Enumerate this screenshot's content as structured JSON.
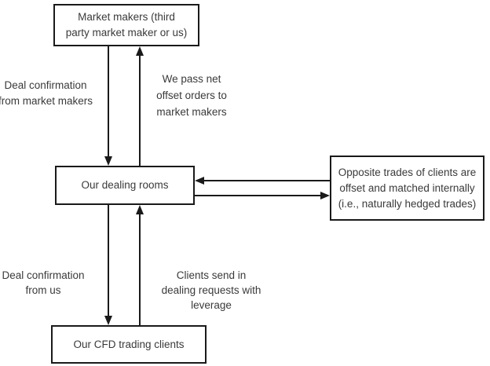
{
  "colors": {
    "line": "#1a1a1a",
    "text": "#3a3a3a",
    "background": "#ffffff"
  },
  "nodes": {
    "market_makers": {
      "lines": [
        "Market makers (third",
        "party market maker or us)"
      ]
    },
    "dealing_rooms": {
      "lines": [
        "Our dealing rooms"
      ]
    },
    "hedged_trades": {
      "lines": [
        "Opposite trades of clients are",
        "offset and matched internally",
        "(i.e., naturally hedged trades)"
      ]
    },
    "cfd_clients": {
      "lines": [
        "Our CFD trading clients"
      ]
    }
  },
  "edge_labels": {
    "deal_confirmation_from_market_makers": {
      "lines": [
        "Deal confirmation",
        "from market makers"
      ]
    },
    "pass_net_offset_orders": {
      "lines": [
        "We pass net",
        "offset orders to",
        "market makers"
      ]
    },
    "deal_confirmation_from_us": {
      "lines": [
        "Deal confirmation",
        "from us"
      ]
    },
    "clients_send_requests": {
      "lines": [
        "Clients send in",
        "dealing requests with",
        "leverage"
      ]
    }
  }
}
